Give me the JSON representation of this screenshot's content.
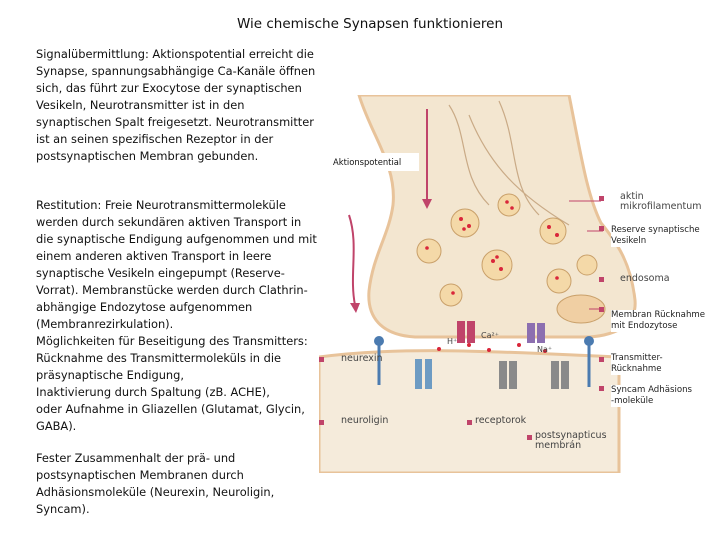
{
  "title": "Wie chemische Synapsen funktionieren",
  "text": {
    "p1": "Signalübermittlung: Aktionspotential erreicht die Synapse, spannungsabhängige Ca-Kanäle öffnen sich, das führt zur Exocytose der synaptischen Vesikeln, Neurotransmitter ist in den synaptischen Spalt freigesetzt. Neurotransmitter ist an seinen spezifischen Rezeptor in der postsynaptischen Membran gebunden.",
    "p2a": "Restitution: Freie Neurotransmittermoleküle werden durch sekundären aktiven Transport in die synaptische Endigung aufgenommen und mit einem anderen aktiven Transport in leere synaptische Vesikeln eingepumpt (Reserve-Vorrat). Membranstücke werden durch Clathrin-abhängige Endozytose aufgenommen (Membranrezirkulation).",
    "p2b": "Möglichkeiten für Beseitigung des Transmitters: Rücknahme des Transmittermoleküls in die präsynaptische Endigung,",
    "p2c": "Inaktivierung durch Spaltung (zB. ACHE),",
    "p2d": "oder Aufnahme in Gliazellen (Glutamat, Glycin, GABA).",
    "p3": "Fester Zusammenhalt der prä- und postsynaptischen Membranen durch Adhäsionsmoleküle (Neurexin, Neuroligin, Syncam)."
  },
  "diagram": {
    "box_aktionspotential": "Aktionspotential",
    "aktin": "aktin\nmikrofilamentum",
    "endosoma": "endosoma",
    "neurexin": "neurexin",
    "neuroligin": "neuroligin",
    "receptorok": "receptorok",
    "postsyn": "postsynapticus\nmembrán",
    "h_plus": "H⁺",
    "ca2": "Ca²⁺",
    "na": "Na⁺",
    "lbl_reserve": "Reserve synaptische\nVesikeln",
    "lbl_membran": "Membran Rücknahme\nmit Endozytose",
    "lbl_transmitter": "Transmitter-\nRücknahme",
    "lbl_syncam": "Syncam Adhäsions\n-moleküle"
  },
  "colors": {
    "cytoplasm": "#f3e6d0",
    "membrane": "#e8c39a",
    "accent": "#c0446a",
    "vesicle": "#f4d9a8",
    "transmitter": "#d9263a"
  }
}
